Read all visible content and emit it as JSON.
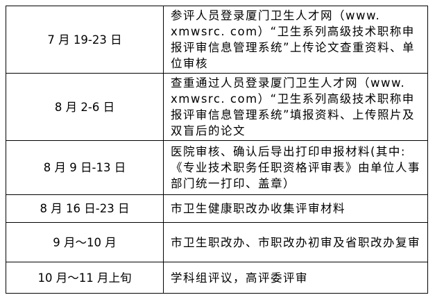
{
  "rows": [
    {
      "date": "7 月 19-23 日",
      "desc": "参评人员登录厦门卫生人才网（www. xmwsrc. com）“卫生系列高级技术职称申报评审信息管理系统”上传论文查重资料、单位审核"
    },
    {
      "date": "8 月 2-6 日",
      "desc": "查重通过人员登录厦门卫生人才网（www. xmwsrc. com）“卫生系列高级技术职称申报评审信息管理系统”填报资料、上传照片及双盲后的论文"
    },
    {
      "date": "8 月 9 日-13 日",
      "desc": "医院审核、确认后导出打印申报材料(其中:《专业技术职务任职资格评审表》由单位人事部门统一打印、盖章）"
    },
    {
      "date": "8 月 16 日-23 日",
      "desc": "市卫生健康职改办收集评审材料"
    },
    {
      "date": "9 月～10 月",
      "desc": "市卫生职改办、市职改办初审及省职改办复审"
    },
    {
      "date": "10 月～11 月上旬",
      "desc": "学科组评议，高评委评审"
    }
  ]
}
